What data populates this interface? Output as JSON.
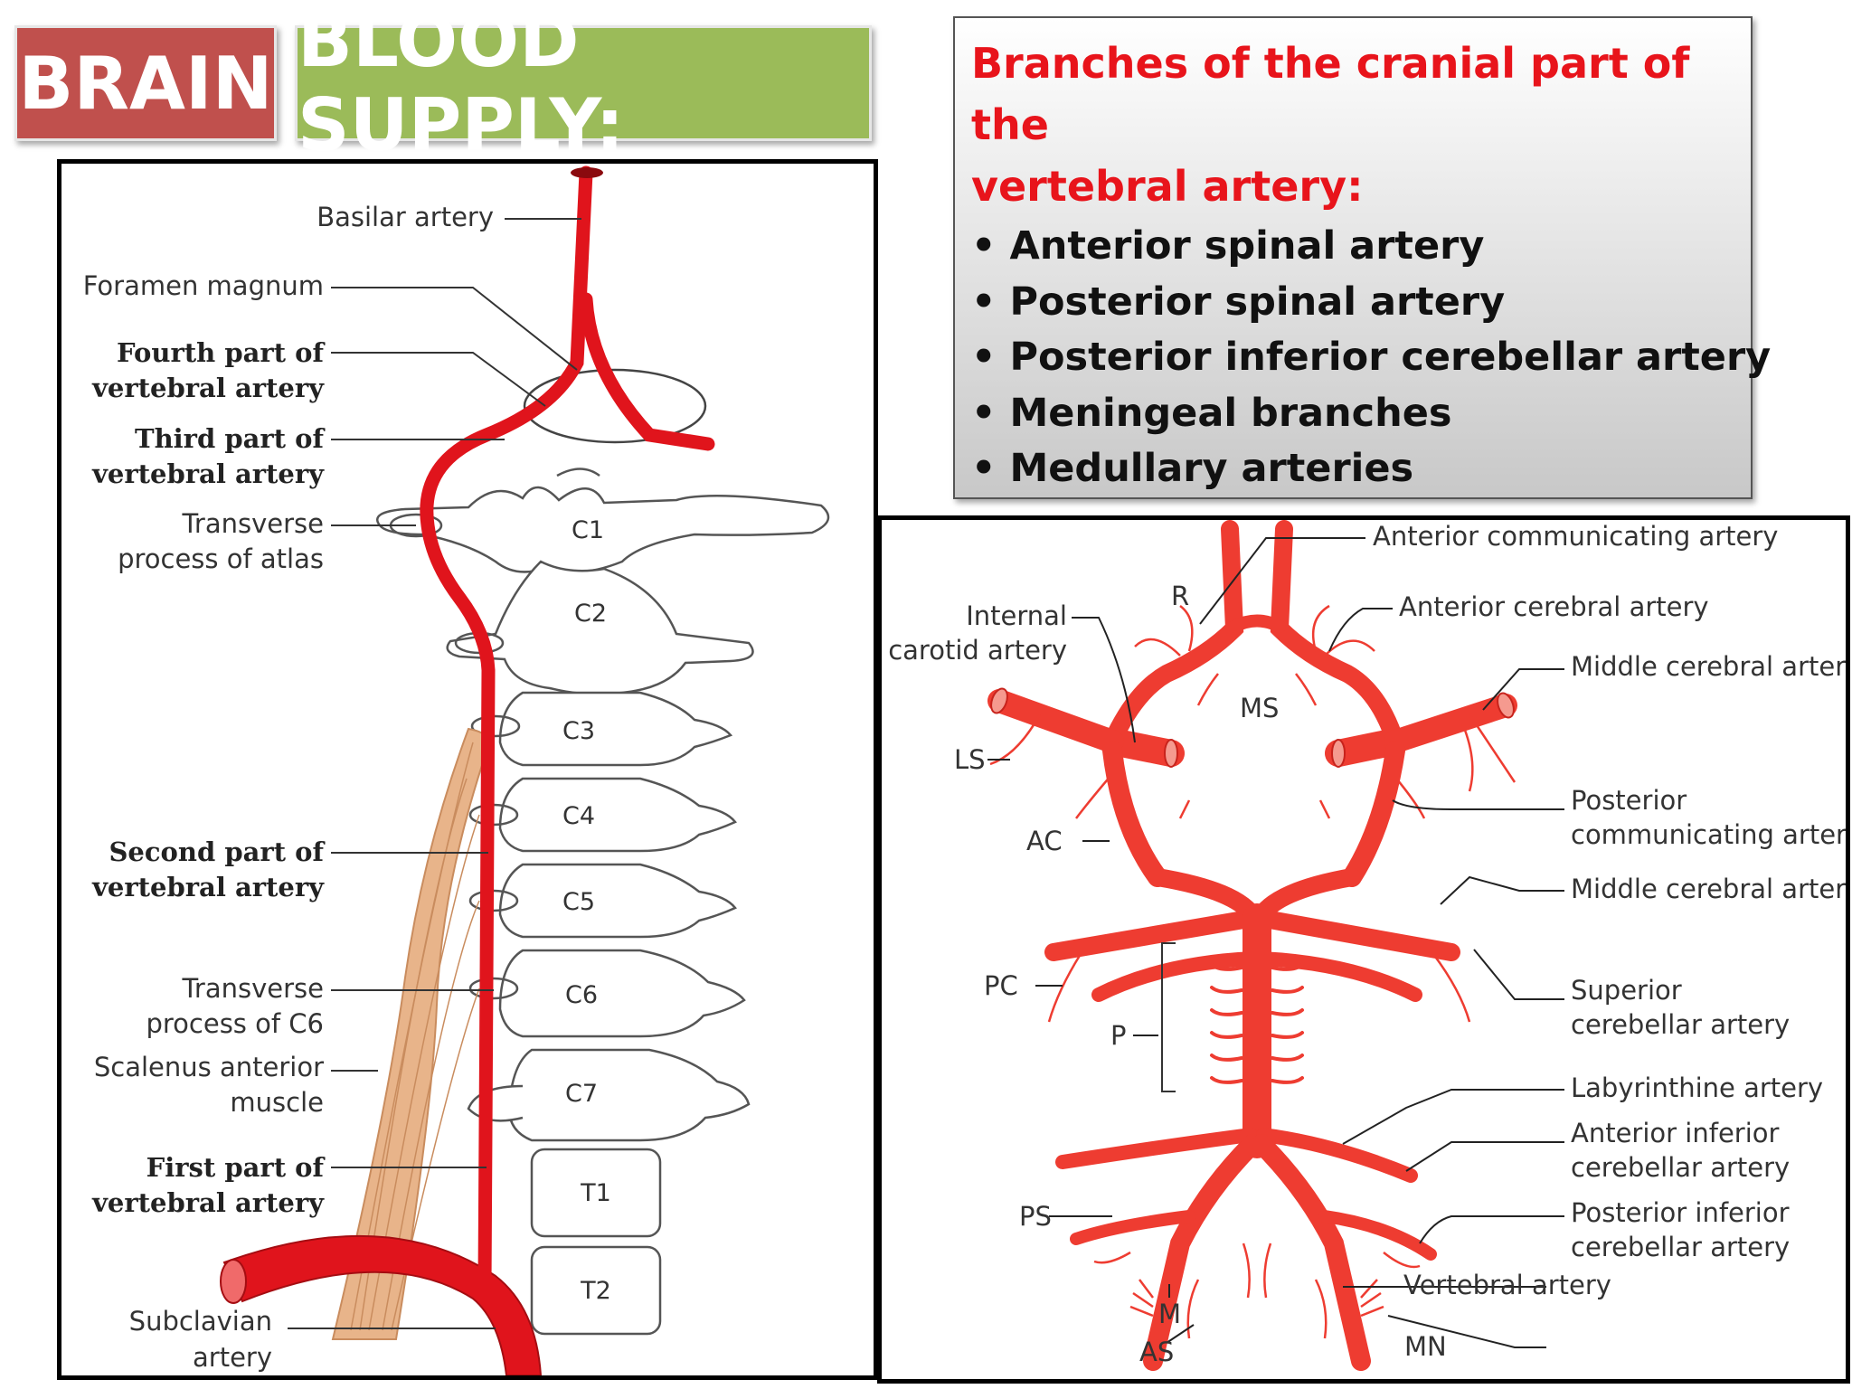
{
  "title": {
    "brain": "BRAIN",
    "blood_supply": "BLOOD SUPPLY:"
  },
  "colors": {
    "brain_box": "#c0504d",
    "blood_box": "#9bbb59",
    "heading_red": "#e8141b",
    "artery_red": "#e0141c",
    "artery_orange": "#ee3c31",
    "muscle": "#e8b48a"
  },
  "info_box": {
    "heading_line1": "Branches of the cranial part of the",
    "heading_line2": "vertebral artery:",
    "items": [
      "• Anterior spinal artery",
      "• Posterior spinal artery",
      "• Posterior inferior cerebellar artery",
      "• Meningeal branches",
      "• Medullary arteries"
    ]
  },
  "left_diagram": {
    "labels": {
      "basilar": "Basilar artery",
      "foramen": "Foramen magnum",
      "fourth_1": "Fourth part of",
      "fourth_2": "vertebral artery",
      "third_1": "Third part of",
      "third_2": "vertebral artery",
      "tp_atlas_1": "Transverse",
      "tp_atlas_2": "process of atlas",
      "second_1": "Second part of",
      "second_2": "vertebral artery",
      "tp_c6_1": "Transverse",
      "tp_c6_2": "process of C6",
      "scalenus_1": "Scalenus anterior",
      "scalenus_2": "muscle",
      "first_1": "First part of",
      "first_2": "vertebral artery",
      "subclavian_1": "Subclavian",
      "subclavian_2": "artery"
    },
    "vertebrae": [
      "C1",
      "C2",
      "C3",
      "C4",
      "C5",
      "C6",
      "C7",
      "T1",
      "T2"
    ]
  },
  "right_diagram": {
    "labels": {
      "acom": "Anterior communicating artery",
      "aca": "Anterior cerebral artery",
      "mca_top": "Middle cerebral artery",
      "pcom_1": "Posterior",
      "pcom_2": "communicating artery",
      "mca_mid": "Middle cerebral artery",
      "sca_1": "Superior",
      "sca_2": "cerebellar artery",
      "lab": "Labyrinthine artery",
      "aica_1": "Anterior inferior",
      "aica_2": "cerebellar artery",
      "pica_1": "Posterior inferior",
      "pica_2": "cerebellar artery",
      "vert": "Vertebral artery",
      "mn": "MN",
      "ica_1": "Internal",
      "ica_2": "carotid artery",
      "r": "R",
      "ms": "MS",
      "ls": "LS",
      "ac": "AC",
      "pc": "PC",
      "p": "P",
      "ps": "PS",
      "m": "M",
      "as": "AS"
    }
  }
}
